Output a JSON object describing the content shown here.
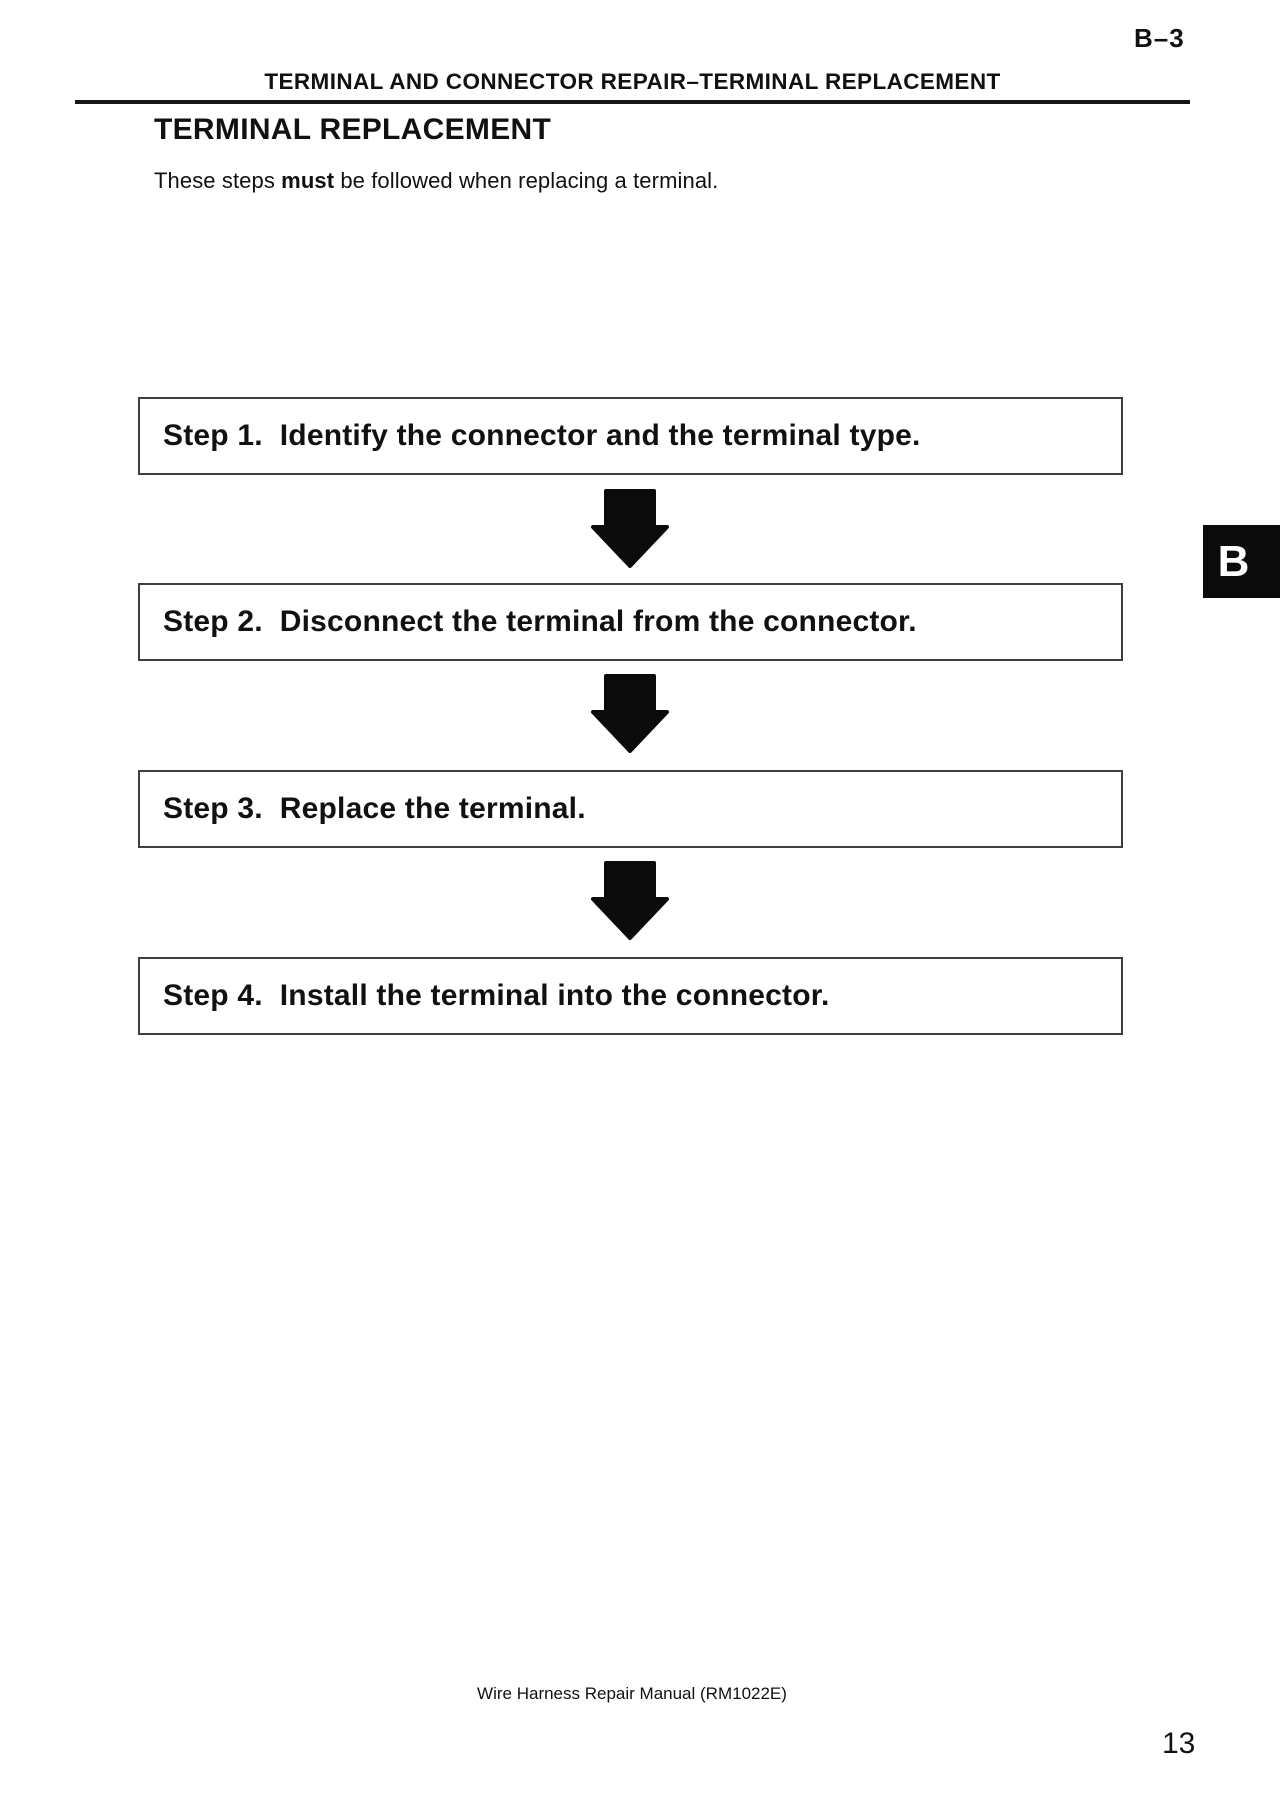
{
  "header": {
    "section_page": "B–3",
    "running_title": "TERMINAL AND CONNECTOR REPAIR–TERMINAL REPLACEMENT"
  },
  "content": {
    "title": "TERMINAL REPLACEMENT",
    "intro_pre": "These steps ",
    "intro_emphasis": "must",
    "intro_post": " be followed when replacing a terminal."
  },
  "flowchart": {
    "arrow_icon": "down-arrow",
    "steps": [
      {
        "label": "Step 1.",
        "text": "Identify the connector and the terminal type."
      },
      {
        "label": "Step 2.",
        "text": "Disconnect the terminal from the connector."
      },
      {
        "label": "Step 3.",
        "text": "Replace the terminal."
      },
      {
        "label": "Step 4.",
        "text": "Install the terminal into the connector."
      }
    ]
  },
  "side_tab": {
    "label": "B"
  },
  "footer": {
    "manual_name": "Wire Harness Repair Manual (RM1022E)",
    "page_number": "13"
  },
  "colors": {
    "text": "#111111",
    "box_border": "#3e3e3e",
    "rule": "#161616",
    "tab_background": "#0b0b0b",
    "tab_text": "#ffffff",
    "page_background": "#ffffff"
  }
}
